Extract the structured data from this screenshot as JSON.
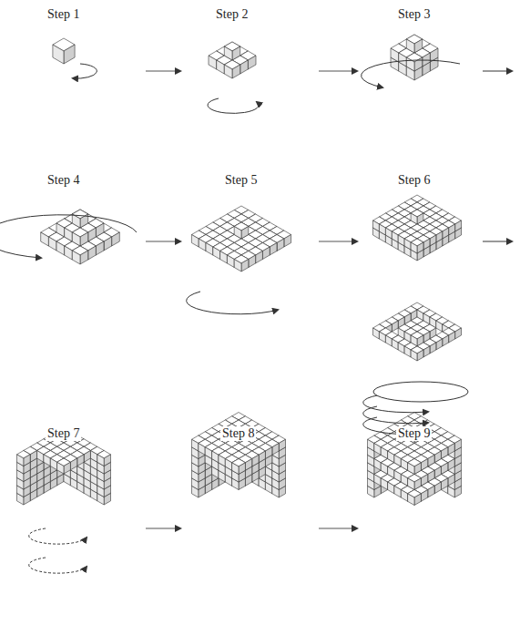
{
  "diagram": {
    "labels": [
      "Step 1",
      "Step 2",
      "Step 3",
      "Step 4",
      "Step 5",
      "Step 6",
      "Step 7",
      "Step 8",
      "Step 9"
    ]
  }
}
